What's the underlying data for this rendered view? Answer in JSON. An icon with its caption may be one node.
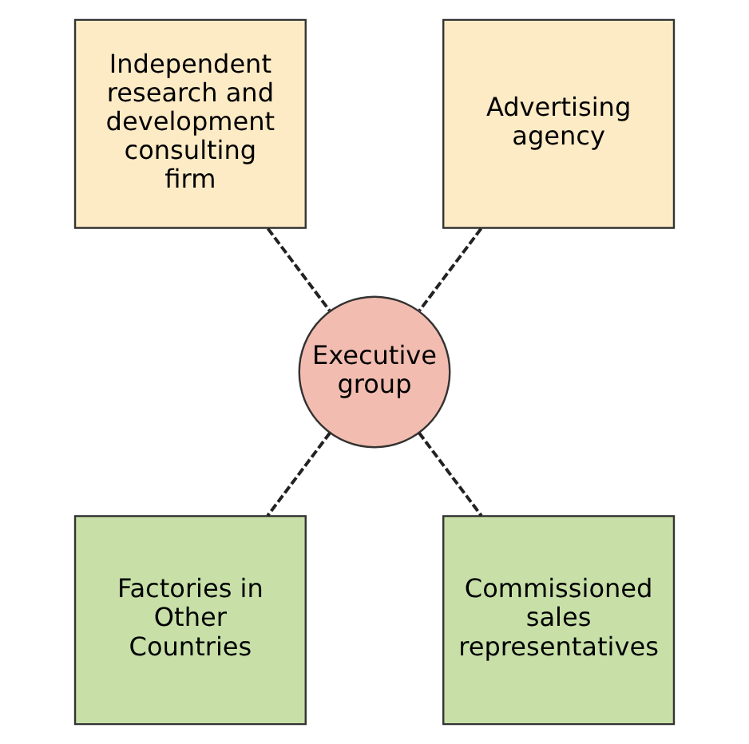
{
  "diagram": {
    "nodes": [
      {
        "text": [
          "Independent research and development consulting firm"
        ]
      },
      {
        "text": [
          "Advertising agency"
        ]
      },
      {
        "text": [
          "Executive group"
        ]
      },
      {
        "text": [
          "Factories in Other Countries"
        ]
      },
      {
        "text": [
          "Commissioned sales representatives"
        ]
      }
    ],
    "edges": [
      {
        "from": 0,
        "to": 2,
        "arrow": "none",
        "style": "dashed"
      },
      {
        "from": 1,
        "to": 2,
        "arrow": "none",
        "style": "dashed"
      },
      {
        "from": 2,
        "to": 3,
        "arrow": "none",
        "style": "dashed"
      },
      {
        "from": 2,
        "to": 4,
        "arrow": "none",
        "style": "dashed"
      }
    ]
  }
}
